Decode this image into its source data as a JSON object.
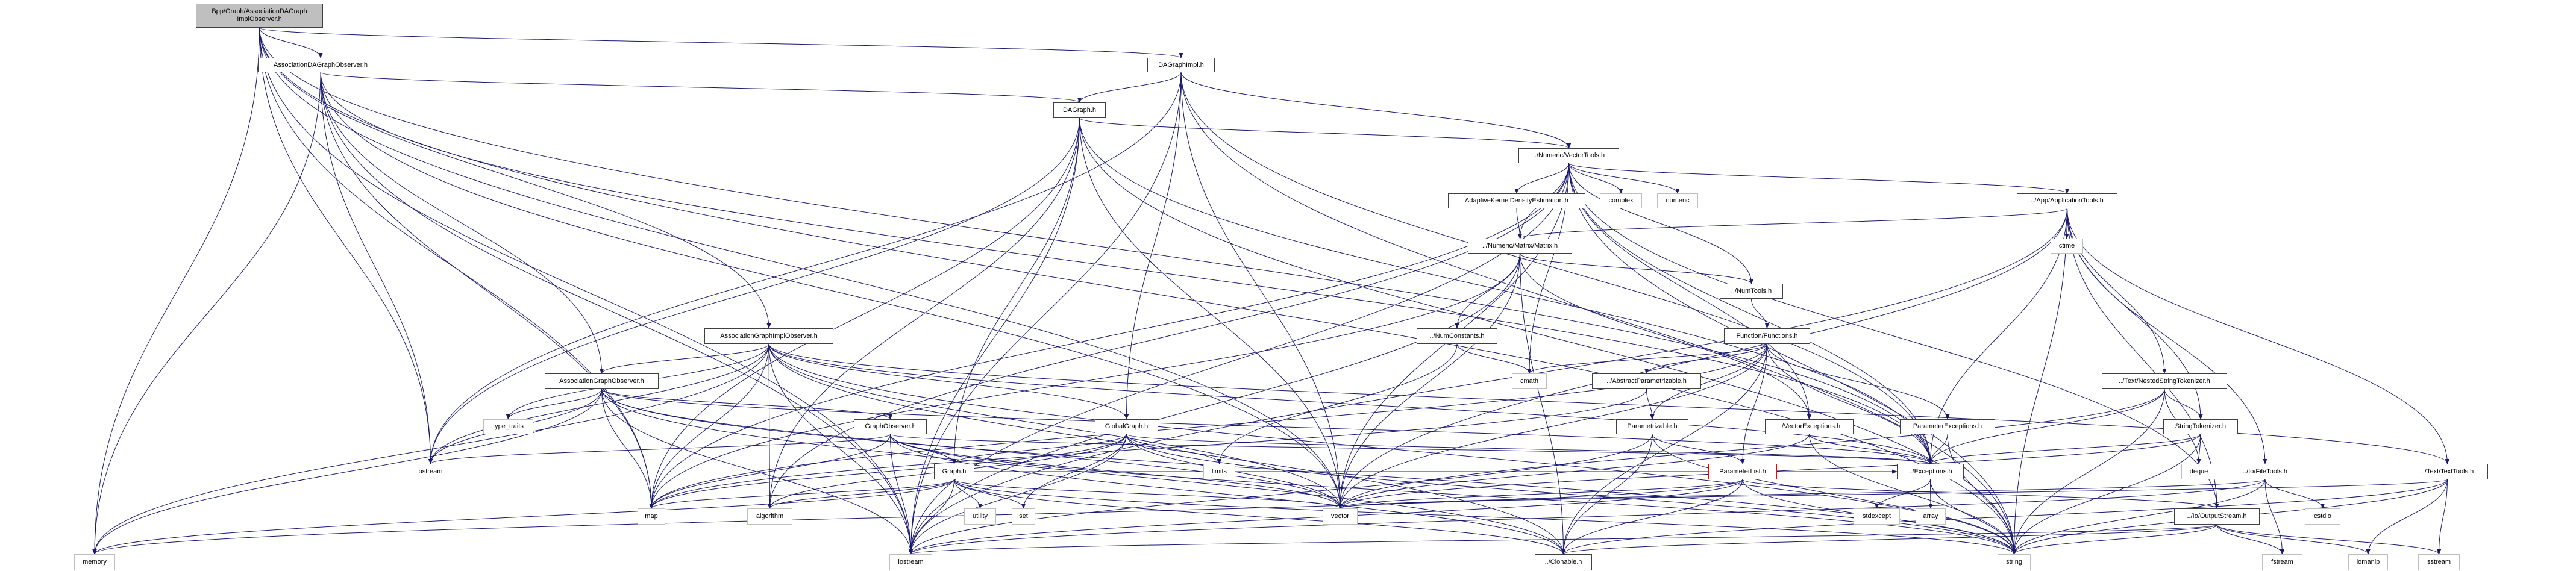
{
  "graph": {
    "edge_color": "#191970",
    "root_fill": "#bfbfbf",
    "nodes": [
      {
        "id": "root",
        "lines": [
          "Bpp/Graph/AssociationDAGraph",
          "ImplObserver.h"
        ],
        "kind": "root"
      },
      {
        "id": "adgo",
        "lines": [
          "AssociationDAGraphObserver.h"
        ],
        "kind": "file"
      },
      {
        "id": "dagi",
        "lines": [
          "DAGraphImpl.h"
        ],
        "kind": "file"
      },
      {
        "id": "dag",
        "lines": [
          "DAGraph.h"
        ],
        "kind": "file"
      },
      {
        "id": "vt",
        "lines": [
          "../Numeric/VectorTools.h"
        ],
        "kind": "file"
      },
      {
        "id": "akde",
        "lines": [
          "AdaptiveKernelDensityEstimation.h"
        ],
        "kind": "file"
      },
      {
        "id": "complex",
        "lines": [
          "complex"
        ],
        "kind": "sys"
      },
      {
        "id": "numeric",
        "lines": [
          "numeric"
        ],
        "kind": "sys"
      },
      {
        "id": "apptools",
        "lines": [
          "../App/ApplicationTools.h"
        ],
        "kind": "file"
      },
      {
        "id": "matrix",
        "lines": [
          "../Numeric/Matrix/Matrix.h"
        ],
        "kind": "file"
      },
      {
        "id": "ctime",
        "lines": [
          "ctime"
        ],
        "kind": "sys"
      },
      {
        "id": "numtools",
        "lines": [
          "../NumTools.h"
        ],
        "kind": "file"
      },
      {
        "id": "agio",
        "lines": [
          "AssociationGraphImplObserver.h"
        ],
        "kind": "file"
      },
      {
        "id": "numconst",
        "lines": [
          "../NumConstants.h"
        ],
        "kind": "file"
      },
      {
        "id": "functions",
        "lines": [
          "Function/Functions.h"
        ],
        "kind": "file"
      },
      {
        "id": "ago",
        "lines": [
          "AssociationGraphObserver.h"
        ],
        "kind": "file"
      },
      {
        "id": "cmath",
        "lines": [
          "cmath"
        ],
        "kind": "sys"
      },
      {
        "id": "abspar",
        "lines": [
          "../AbstractParametrizable.h"
        ],
        "kind": "file"
      },
      {
        "id": "nst",
        "lines": [
          "../Text/NestedStringTokenizer.h"
        ],
        "kind": "file"
      },
      {
        "id": "type_traits",
        "lines": [
          "type_traits"
        ],
        "kind": "sys"
      },
      {
        "id": "go",
        "lines": [
          "GraphObserver.h"
        ],
        "kind": "file"
      },
      {
        "id": "globalgraph",
        "lines": [
          "GlobalGraph.h"
        ],
        "kind": "file"
      },
      {
        "id": "parametrizable",
        "lines": [
          "Parametrizable.h"
        ],
        "kind": "file"
      },
      {
        "id": "vecexc",
        "lines": [
          "../VectorExceptions.h"
        ],
        "kind": "file"
      },
      {
        "id": "parexc",
        "lines": [
          "ParameterExceptions.h"
        ],
        "kind": "file"
      },
      {
        "id": "st",
        "lines": [
          "StringTokenizer.h"
        ],
        "kind": "file"
      },
      {
        "id": "ostream",
        "lines": [
          "ostream"
        ],
        "kind": "sys"
      },
      {
        "id": "graph",
        "lines": [
          "Graph.h"
        ],
        "kind": "file"
      },
      {
        "id": "limits",
        "lines": [
          "limits"
        ],
        "kind": "sys"
      },
      {
        "id": "parlist",
        "lines": [
          "ParameterList.h"
        ],
        "kind": "red"
      },
      {
        "id": "exceptions",
        "lines": [
          "../Exceptions.h"
        ],
        "kind": "file"
      },
      {
        "id": "deque",
        "lines": [
          "deque"
        ],
        "kind": "sys"
      },
      {
        "id": "filetools",
        "lines": [
          "../Io/FileTools.h"
        ],
        "kind": "file"
      },
      {
        "id": "texttools",
        "lines": [
          "../Text/TextTools.h"
        ],
        "kind": "file"
      },
      {
        "id": "map",
        "lines": [
          "map"
        ],
        "kind": "sys"
      },
      {
        "id": "algorithm",
        "lines": [
          "algorithm"
        ],
        "kind": "sys"
      },
      {
        "id": "utility",
        "lines": [
          "utility"
        ],
        "kind": "sys"
      },
      {
        "id": "set",
        "lines": [
          "set"
        ],
        "kind": "sys"
      },
      {
        "id": "vector",
        "lines": [
          "vector"
        ],
        "kind": "sys"
      },
      {
        "id": "stdexcept",
        "lines": [
          "stdexcept"
        ],
        "kind": "sys"
      },
      {
        "id": "array",
        "lines": [
          "array"
        ],
        "kind": "sys"
      },
      {
        "id": "outstream",
        "lines": [
          "../Io/OutputStream.h"
        ],
        "kind": "file"
      },
      {
        "id": "cstdio",
        "lines": [
          "cstdio"
        ],
        "kind": "sys"
      },
      {
        "id": "memory",
        "lines": [
          "memory"
        ],
        "kind": "sys"
      },
      {
        "id": "iostream",
        "lines": [
          "iostream"
        ],
        "kind": "sys"
      },
      {
        "id": "clonable",
        "lines": [
          "../Clonable.h"
        ],
        "kind": "file"
      },
      {
        "id": "string",
        "lines": [
          "string"
        ],
        "kind": "sys"
      },
      {
        "id": "fstream",
        "lines": [
          "fstream"
        ],
        "kind": "sys"
      },
      {
        "id": "iomanip",
        "lines": [
          "iomanip"
        ],
        "kind": "sys"
      },
      {
        "id": "sstream",
        "lines": [
          "sstream"
        ],
        "kind": "sys"
      }
    ],
    "edges": [
      [
        "root",
        "adgo"
      ],
      [
        "root",
        "dagi"
      ],
      [
        "root",
        "agio"
      ],
      [
        "root",
        "memory"
      ],
      [
        "root",
        "iostream"
      ],
      [
        "root",
        "ostream"
      ],
      [
        "root",
        "map"
      ],
      [
        "root",
        "vector"
      ],
      [
        "root",
        "string"
      ],
      [
        "root",
        "exceptions"
      ],
      [
        "adgo",
        "ago"
      ],
      [
        "adgo",
        "dag"
      ],
      [
        "adgo",
        "memory"
      ],
      [
        "adgo",
        "iostream"
      ],
      [
        "adgo",
        "ostream"
      ],
      [
        "adgo",
        "map"
      ],
      [
        "adgo",
        "vector"
      ],
      [
        "adgo",
        "exceptions"
      ],
      [
        "dagi",
        "dag"
      ],
      [
        "dagi",
        "globalgraph"
      ],
      [
        "dagi",
        "vt"
      ],
      [
        "dagi",
        "exceptions"
      ],
      [
        "dagi",
        "vector"
      ],
      [
        "dagi",
        "string"
      ],
      [
        "dagi",
        "ostream"
      ],
      [
        "dagi",
        "iostream"
      ],
      [
        "dag",
        "graph"
      ],
      [
        "dag",
        "vt"
      ],
      [
        "dag",
        "exceptions"
      ],
      [
        "dag",
        "vector"
      ],
      [
        "dag",
        "string"
      ],
      [
        "dag",
        "iostream"
      ],
      [
        "dag",
        "ostream"
      ],
      [
        "dag",
        "algorithm"
      ],
      [
        "dag",
        "map"
      ],
      [
        "vt",
        "akde"
      ],
      [
        "vt",
        "matrix"
      ],
      [
        "vt",
        "complex"
      ],
      [
        "vt",
        "numeric"
      ],
      [
        "vt",
        "apptools"
      ],
      [
        "vt",
        "numtools"
      ],
      [
        "vt",
        "vecexc"
      ],
      [
        "vt",
        "cmath"
      ],
      [
        "vt",
        "map"
      ],
      [
        "vt",
        "vector"
      ],
      [
        "vt",
        "iostream"
      ],
      [
        "vt",
        "algorithm"
      ],
      [
        "vt",
        "exceptions"
      ],
      [
        "vt",
        "outstream"
      ],
      [
        "vt",
        "string"
      ],
      [
        "akde",
        "matrix"
      ],
      [
        "apptools",
        "ctime"
      ],
      [
        "apptools",
        "matrix"
      ],
      [
        "apptools",
        "nst"
      ],
      [
        "apptools",
        "st"
      ],
      [
        "apptools",
        "filetools"
      ],
      [
        "apptools",
        "texttools"
      ],
      [
        "apptools",
        "outstream"
      ],
      [
        "apptools",
        "exceptions"
      ],
      [
        "apptools",
        "vector"
      ],
      [
        "apptools",
        "string"
      ],
      [
        "apptools",
        "iostream"
      ],
      [
        "matrix",
        "numconst"
      ],
      [
        "matrix",
        "numtools"
      ],
      [
        "matrix",
        "vecexc"
      ],
      [
        "matrix",
        "vector"
      ],
      [
        "matrix",
        "clonable"
      ],
      [
        "matrix",
        "iostream"
      ],
      [
        "matrix",
        "map"
      ],
      [
        "numtools",
        "functions"
      ],
      [
        "numconst",
        "cmath"
      ],
      [
        "numconst",
        "limits"
      ],
      [
        "functions",
        "abspar"
      ],
      [
        "functions",
        "parametrizable"
      ],
      [
        "functions",
        "parlist"
      ],
      [
        "functions",
        "parexc"
      ],
      [
        "functions",
        "exceptions"
      ],
      [
        "functions",
        "clonable"
      ],
      [
        "functions",
        "cmath"
      ],
      [
        "functions",
        "vector"
      ],
      [
        "functions",
        "map"
      ],
      [
        "abspar",
        "parametrizable"
      ],
      [
        "abspar",
        "map"
      ],
      [
        "parametrizable",
        "parlist"
      ],
      [
        "parametrizable",
        "clonable"
      ],
      [
        "parametrizable",
        "string"
      ],
      [
        "parametrizable",
        "iostream"
      ],
      [
        "parlist",
        "clonable"
      ],
      [
        "parlist",
        "vector"
      ],
      [
        "parlist",
        "iostream"
      ],
      [
        "parlist",
        "string"
      ],
      [
        "parlist",
        "memory"
      ],
      [
        "parlist",
        "outstream"
      ],
      [
        "vecexc",
        "exceptions"
      ],
      [
        "vecexc",
        "string"
      ],
      [
        "vecexc",
        "vector"
      ],
      [
        "parexc",
        "exceptions"
      ],
      [
        "parexc",
        "string"
      ],
      [
        "exceptions",
        "stdexcept"
      ],
      [
        "exceptions",
        "array"
      ],
      [
        "exceptions",
        "string"
      ],
      [
        "nst",
        "st"
      ],
      [
        "nst",
        "exceptions"
      ],
      [
        "nst",
        "deque"
      ],
      [
        "nst",
        "string"
      ],
      [
        "nst",
        "vector"
      ],
      [
        "st",
        "deque"
      ],
      [
        "st",
        "string"
      ],
      [
        "st",
        "vector"
      ],
      [
        "st",
        "exceptions"
      ],
      [
        "filetools",
        "fstream"
      ],
      [
        "filetools",
        "cstdio"
      ],
      [
        "filetools",
        "string"
      ],
      [
        "filetools",
        "vector"
      ],
      [
        "filetools",
        "iostream"
      ],
      [
        "texttools",
        "sstream"
      ],
      [
        "texttools",
        "iomanip"
      ],
      [
        "texttools",
        "string"
      ],
      [
        "texttools",
        "vector"
      ],
      [
        "texttools",
        "clonable"
      ],
      [
        "outstream",
        "fstream"
      ],
      [
        "outstream",
        "iomanip"
      ],
      [
        "outstream",
        "sstream"
      ],
      [
        "outstream",
        "string"
      ],
      [
        "outstream",
        "iostream"
      ],
      [
        "outstream",
        "clonable"
      ],
      [
        "agio",
        "ago"
      ],
      [
        "agio",
        "globalgraph"
      ],
      [
        "agio",
        "type_traits"
      ],
      [
        "agio",
        "ostream"
      ],
      [
        "agio",
        "map"
      ],
      [
        "agio",
        "memory"
      ],
      [
        "agio",
        "vector"
      ],
      [
        "agio",
        "algorithm"
      ],
      [
        "agio",
        "iostream"
      ],
      [
        "agio",
        "exceptions"
      ],
      [
        "agio",
        "string"
      ],
      [
        "agio",
        "texttools"
      ],
      [
        "agio",
        "clonable"
      ],
      [
        "ago",
        "go"
      ],
      [
        "ago",
        "type_traits"
      ],
      [
        "ago",
        "ostream"
      ],
      [
        "ago",
        "memory"
      ],
      [
        "ago",
        "map"
      ],
      [
        "ago",
        "iostream"
      ],
      [
        "ago",
        "vector"
      ],
      [
        "ago",
        "exceptions"
      ],
      [
        "ago",
        "string"
      ],
      [
        "ago",
        "clonable"
      ],
      [
        "go",
        "graph"
      ],
      [
        "go",
        "ostream"
      ],
      [
        "go",
        "map"
      ],
      [
        "go",
        "iostream"
      ],
      [
        "go",
        "vector"
      ],
      [
        "go",
        "exceptions"
      ],
      [
        "go",
        "string"
      ],
      [
        "go",
        "clonable"
      ],
      [
        "globalgraph",
        "graph"
      ],
      [
        "globalgraph",
        "limits"
      ],
      [
        "globalgraph",
        "vector"
      ],
      [
        "globalgraph",
        "map"
      ],
      [
        "globalgraph",
        "algorithm"
      ],
      [
        "globalgraph",
        "set"
      ],
      [
        "globalgraph",
        "iostream"
      ],
      [
        "globalgraph",
        "string"
      ],
      [
        "globalgraph",
        "exceptions"
      ],
      [
        "graph",
        "map"
      ],
      [
        "graph",
        "algorithm"
      ],
      [
        "graph",
        "utility"
      ],
      [
        "graph",
        "set"
      ],
      [
        "graph",
        "vector"
      ],
      [
        "graph",
        "iostream"
      ],
      [
        "graph",
        "memory"
      ],
      [
        "graph",
        "string"
      ],
      [
        "graph",
        "clonable"
      ],
      [
        "graph",
        "exceptions"
      ]
    ]
  }
}
